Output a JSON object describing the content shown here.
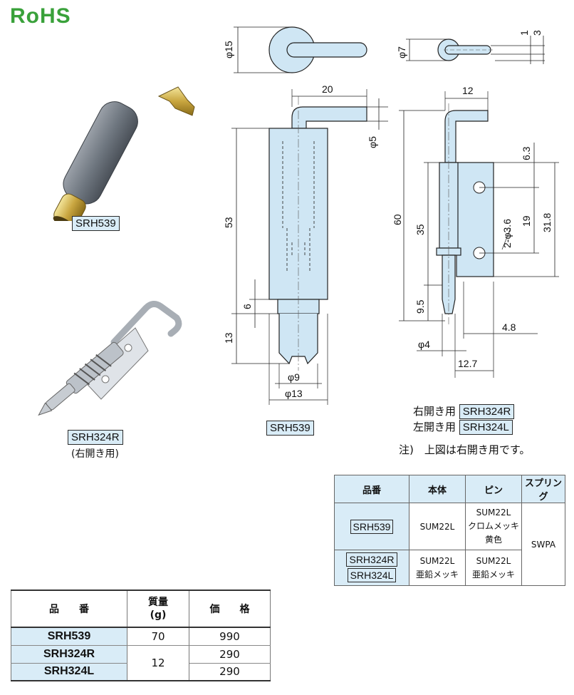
{
  "logo": "RoHS",
  "photo1_label": "SRH539",
  "photo2_label": "SRH324R",
  "photo2_sub": "(右開き用)",
  "drawing1_label": "SRH539",
  "dims_left": {
    "d15": "φ15",
    "w20": "20",
    "d5": "φ5",
    "h53": "53",
    "h6": "6",
    "h13": "13",
    "d9": "φ9",
    "d13": "φ13"
  },
  "dims_right": {
    "d7": "φ7",
    "t1": "1",
    "t3": "3",
    "w12": "12",
    "v63": "6.3",
    "h60": "60",
    "h35": "35",
    "hole": "2-φ3.6",
    "v19": "19",
    "v318": "31.8",
    "v95": "9.5",
    "w48": "4.8",
    "d4": "φ4",
    "w127": "12.7"
  },
  "orient": {
    "right_label": "右開き用",
    "right_code": "SRH324R",
    "left_label": "左開き用",
    "left_code": "SRH324L",
    "note": "注)　上図は右開き用です。"
  },
  "material_table": {
    "headers": [
      "品番",
      "本体",
      "ピン",
      "スプリング"
    ],
    "row1": {
      "code": "SRH539",
      "body": "SUM22L",
      "pin": [
        "SUM22L",
        "クロムメッキ",
        "黄色"
      ],
      "spring": "SWPA"
    },
    "row2": {
      "codes": [
        "SRH324R",
        "SRH324L"
      ],
      "body": [
        "SUM22L",
        "亜鉛メッキ"
      ],
      "pin": [
        "SUM22L",
        "亜鉛メッキ"
      ]
    }
  },
  "price_table": {
    "headers": {
      "code": "品　　番",
      "mass": "質量",
      "mass_unit": "(g)",
      "price": "価　　格"
    },
    "rows": [
      {
        "code": "SRH539",
        "mass": "70",
        "price": "990"
      },
      {
        "code": "SRH324R",
        "mass": "12",
        "price": "290"
      },
      {
        "code": "SRH324L",
        "mass": "",
        "price": "290"
      }
    ]
  },
  "colors": {
    "part_fill": "#cfe6f4",
    "highlight": "#d9ecf7",
    "rohs_green": "#39a13a"
  }
}
